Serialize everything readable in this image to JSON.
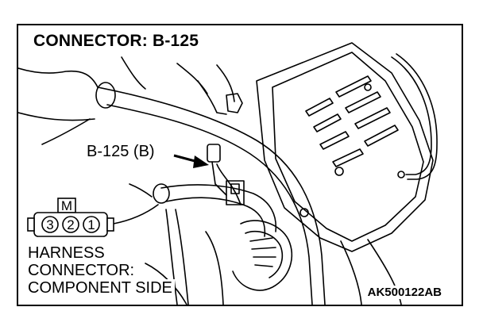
{
  "diagram": {
    "title": "CONNECTOR: B-125",
    "callout_label": "B-125 (B)",
    "connector_key": "M",
    "pins": [
      "3",
      "2",
      "1"
    ],
    "harness_lines": [
      "HARNESS",
      "CONNECTOR:",
      "COMPONENT SIDE"
    ],
    "figure_code": "AK500122AB"
  },
  "colors": {
    "line": "#000000",
    "background": "#ffffff"
  }
}
